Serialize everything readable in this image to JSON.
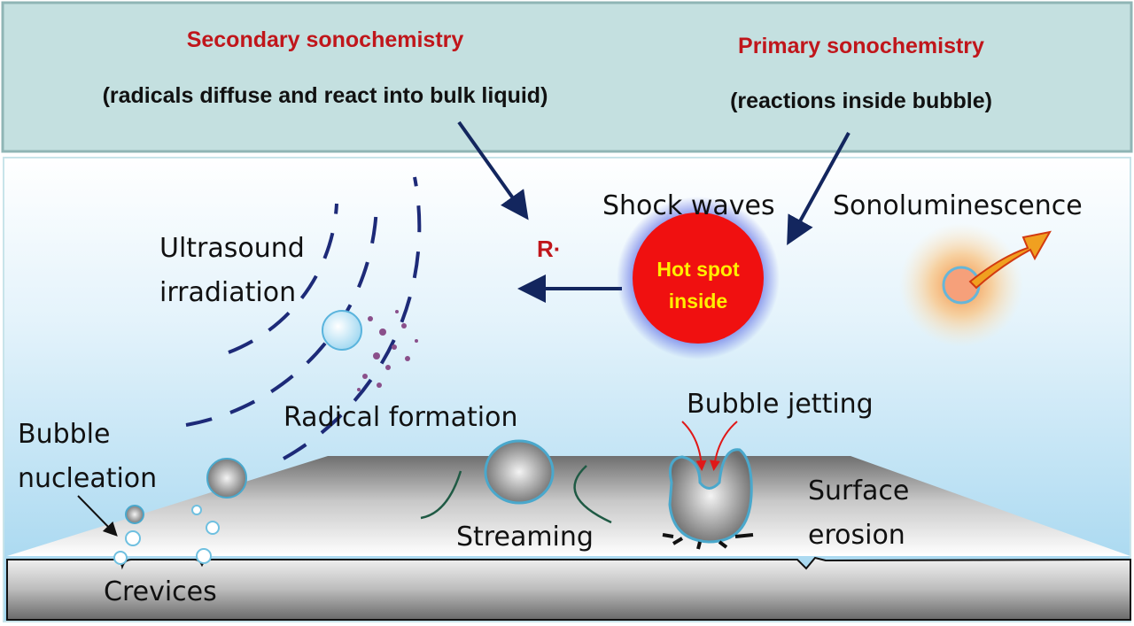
{
  "header": {
    "secondary_title": "Secondary sonochemistry",
    "secondary_desc": "(radicals diffuse and react into bulk liquid)",
    "primary_title": "Primary sonochemistry",
    "primary_desc": "(reactions inside bubble)"
  },
  "labels": {
    "shock_waves": "Shock waves",
    "sonoluminescence": "Sonoluminescence",
    "radical": "R·",
    "hot_spot_line1": "Hot spot",
    "hot_spot_line2": "inside",
    "ultrasound_line1": "Ultrasound",
    "ultrasound_line2": "irradiation",
    "radical_formation": "Radical formation",
    "bubble_jetting": "Bubble jetting",
    "nucleation_line1": "Bubble",
    "nucleation_line2": "nucleation",
    "surface_line1": "Surface",
    "surface_line2": "erosion",
    "streaming": "Streaming",
    "crevices": "Crevices"
  },
  "colors": {
    "header_bg": "#c4e0e0",
    "title_red": "#c0161b",
    "arrow_navy": "#13265e",
    "hot_spot": "#f01010",
    "hot_text": "#ffee00"
  }
}
